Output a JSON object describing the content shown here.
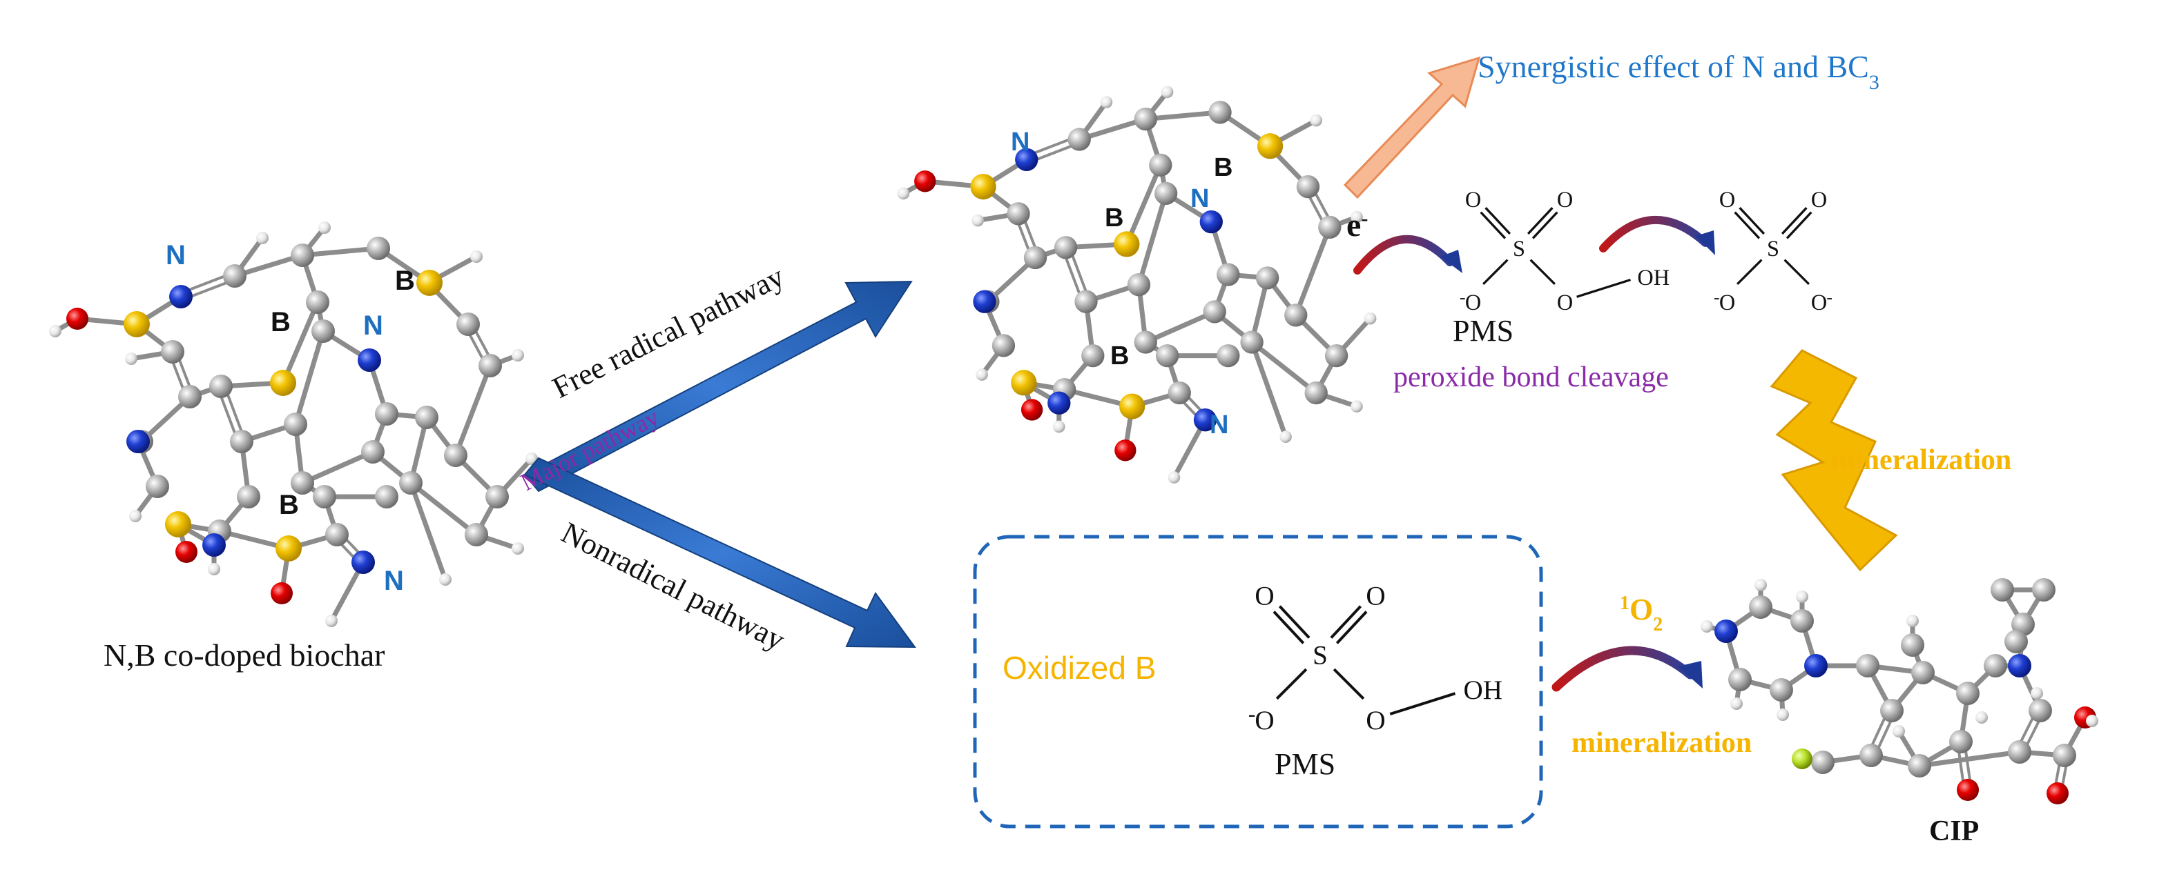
{
  "colors": {
    "carbon": "#9a9a9a",
    "boron": "#f2c200",
    "nitrogen": "#1f3fd1",
    "oxygen": "#e60000",
    "hydrogen": "#e8e8e8",
    "fluorine": "#b8e02a",
    "arrow_blue": "#2b6cc4",
    "synergy_text": "#1f77c9",
    "purple_text": "#8a2aa8",
    "orange_text": "#f5b400",
    "box_border": "#1f66b8",
    "label_blue": "#1f6fc0",
    "curved_arrow": "#d12020",
    "orange_arrow": "#f4a37a",
    "bolt": "#f5b800"
  },
  "biochar": {
    "caption": "N,B co-doped biochar",
    "atom_labels": {
      "n": "N",
      "b": "B"
    }
  },
  "pathways": {
    "free_radical": "Free radical pathway",
    "major": "Major pathway",
    "nonradical": "Nonradical pathway"
  },
  "radical_branch": {
    "synergy_text": "Synergistic effect of N and BC",
    "synergy_sub": "3",
    "electron": "e",
    "electron_sup": "-",
    "pms_label": "PMS",
    "cleavage": "peroxide bond cleavage",
    "mineralization": "mineralization"
  },
  "nonradical_branch": {
    "oxidized_b": "Oxidized B",
    "pms_label": "PMS",
    "singlet_sup": "1",
    "singlet_base": "O",
    "singlet_sub": "2",
    "mineralization": "mineralization"
  },
  "sulfate": {
    "s": "S",
    "o": "O",
    "oh": "OH",
    "minus": "-"
  },
  "cip": {
    "label": "CIP"
  }
}
